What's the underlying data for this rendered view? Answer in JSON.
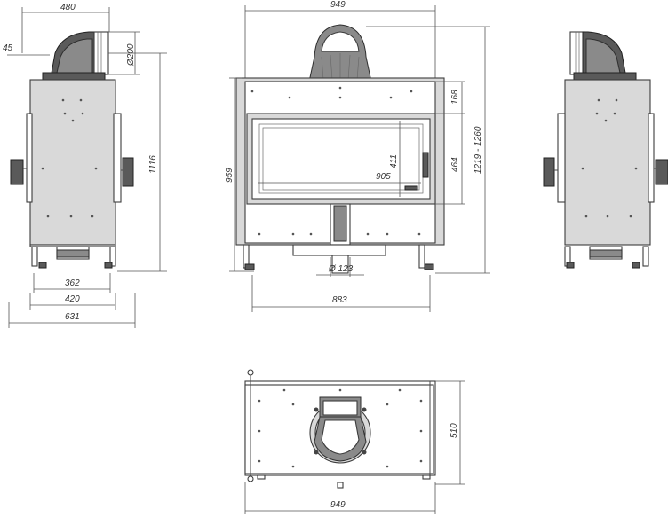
{
  "labels": {
    "d480": "480",
    "d45": "45",
    "d200": "Ø200",
    "d1116": "1116",
    "d362": "362",
    "d420": "420",
    "d631": "631",
    "d949_top": "949",
    "d959": "959",
    "d411": "411",
    "d905": "905",
    "d168": "168",
    "d464": "464",
    "d1219": "1219 - 1260",
    "d123": "Ø 123",
    "d883": "883",
    "d510": "510",
    "d949_bottom": "949"
  }
}
